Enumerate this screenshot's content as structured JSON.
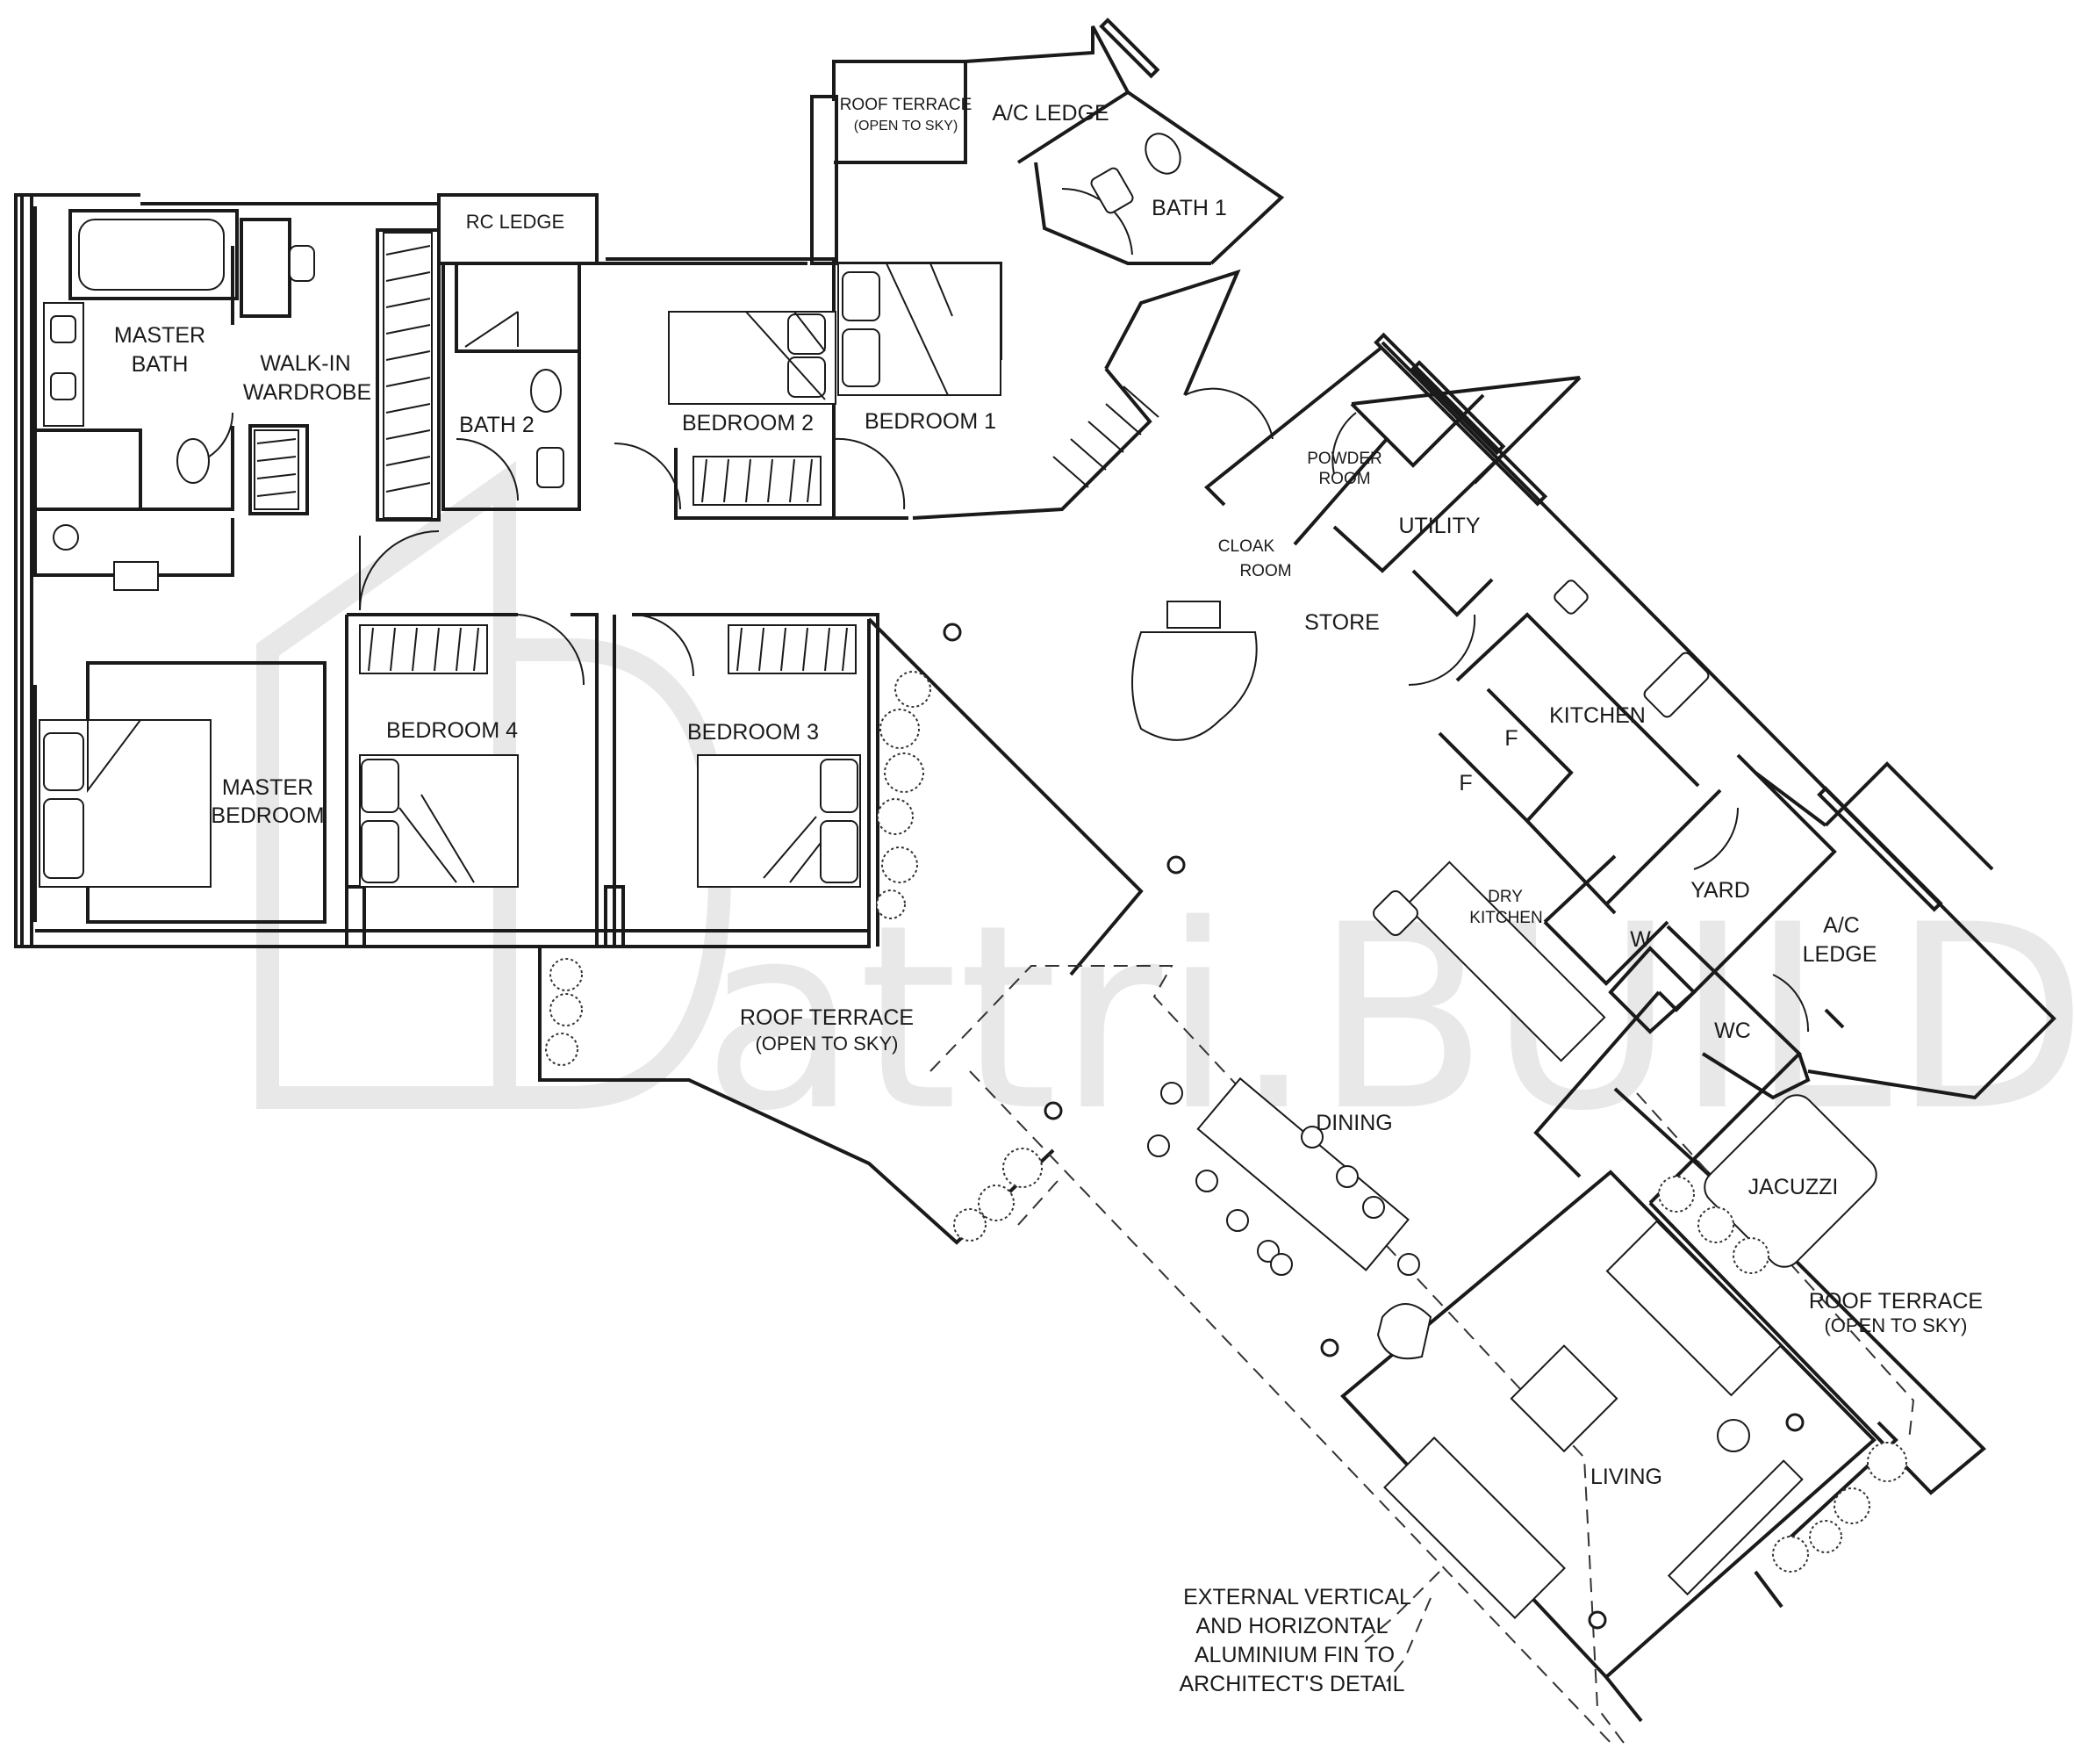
{
  "floor_plan": {
    "rooms": {
      "roof_terrace_top": {
        "line1": "ROOF TERRACE",
        "line2": "(OPEN TO SKY)"
      },
      "ac_ledge_top": "A/C LEDGE",
      "bath_1": "BATH 1",
      "rc_ledge": "RC LEDGE",
      "master_bath": {
        "line1": "MASTER",
        "line2": "BATH"
      },
      "walk_in_wardrobe": {
        "line1": "WALK-IN",
        "line2": "WARDROBE"
      },
      "bath_2": "BATH 2",
      "bedroom_2": "BEDROOM 2",
      "bedroom_1": "BEDROOM 1",
      "powder_room": {
        "line1": "POWDER",
        "line2": "ROOM"
      },
      "utility": "UTILITY",
      "cloak_room": {
        "line1": "CLOAK",
        "line2": "ROOM"
      },
      "store": "STORE",
      "kitchen": "KITCHEN",
      "fridge_1": "F",
      "fridge_2": "F",
      "bedroom_4": "BEDROOM 4",
      "bedroom_3": "BEDROOM 3",
      "master_bedroom": {
        "line1": "MASTER",
        "line2": "BEDROOM"
      },
      "dry_kitchen": {
        "line1": "DRY",
        "line2": "KITCHEN"
      },
      "yard": "YARD",
      "washer": "W",
      "ac_ledge_right": {
        "line1": "A/C",
        "line2": "LEDGE"
      },
      "wc": "WC",
      "roof_terrace_mid": {
        "line1": "ROOF TERRACE",
        "line2": "(OPEN TO SKY)"
      },
      "dining": "DINING",
      "jacuzzi": "JACUZZI",
      "roof_terrace_right": {
        "line1": "ROOF TERRACE",
        "line2": "(OPEN TO SKY)"
      },
      "living": "LIVING"
    },
    "note": {
      "line1": "EXTERNAL VERTICAL",
      "line2": "AND HORIZONTAL",
      "line3": "ALUMINIUM FIN TO",
      "line4": "ARCHITECT'S DETAIL"
    },
    "watermark": "attri.BUILD"
  }
}
